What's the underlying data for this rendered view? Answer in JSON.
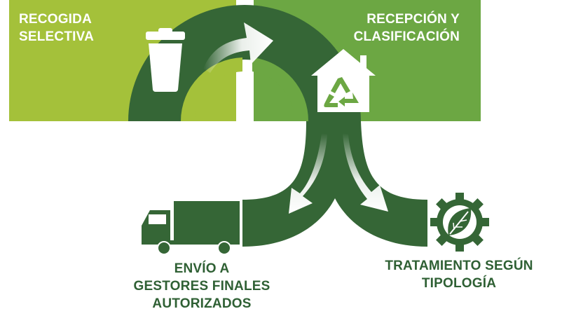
{
  "steps": {
    "collect": {
      "line1": "RECOGIDA",
      "line2": "SELECTIVA"
    },
    "reception": {
      "line1": "RECEPCIÓN Y",
      "line2": "CLASIFICACIÓN"
    },
    "send": {
      "line1": "ENVÍO A",
      "line2": "GESTORES FINALES",
      "line3": "AUTORIZADOS"
    },
    "treatment": {
      "line1": "TRATAMIENTO SEGÚN",
      "line2": "TIPOLOGÍA"
    }
  },
  "icons": {
    "collect": "trash-bin-icon",
    "reception": "recycling-house-icon",
    "send": "truck-icon",
    "treatment": "leaf-gear-icon"
  },
  "colors": {
    "light_green": "#a4c13a",
    "mid_green": "#6ca743",
    "dark_green": "#356636",
    "text_green": "#2f6034"
  }
}
